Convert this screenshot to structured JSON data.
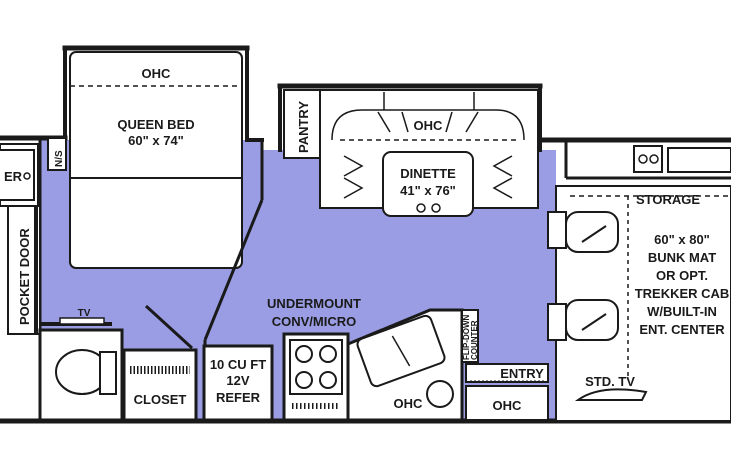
{
  "colors": {
    "floor": "#9a9de3",
    "wall": "#1a1a1a",
    "furniture": "#ffffff",
    "background": "#ffffff"
  },
  "labels": {
    "ohc_bed": "OHC",
    "queen_bed_1": "QUEEN BED",
    "queen_bed_2": "60\" x 74\"",
    "ns": "N/S",
    "fridge_left": "ER",
    "pocket_door": "POCKET DOOR",
    "tv_left": "TV",
    "closet": "CLOSET",
    "refer_1": "10 CU FT",
    "refer_2": "12V",
    "refer_3": "REFER",
    "micro_1": "UNDERMOUNT",
    "micro_2": "CONV/MICRO",
    "pantry": "PANTRY",
    "ohc_dinette": "OHC",
    "dinette_1": "DINETTE",
    "dinette_2": "41\" x 76\"",
    "ohc_sink": "OHC",
    "flip_down_1": "FLIP-DOWN",
    "flip_down_2": "COUNTER",
    "entry": "ENTRY",
    "ohc_entry": "OHC",
    "storage": "STORAGE",
    "bunk_1": "60\" x 80\"",
    "bunk_2": "BUNK MAT",
    "bunk_3": "OR OPT.",
    "bunk_4": "TREKKER CAB",
    "bunk_5": "W/BUILT-IN",
    "bunk_6": "ENT. CENTER",
    "std_tv": "STD. TV"
  }
}
